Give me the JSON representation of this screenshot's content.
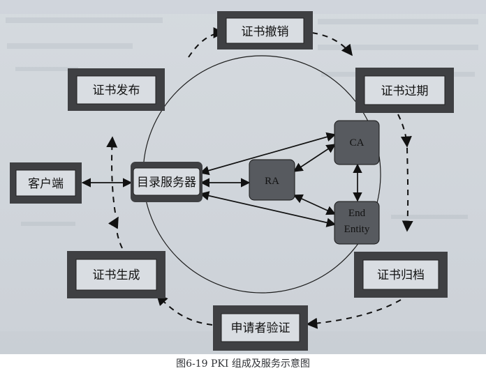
{
  "figure": {
    "caption": "图6-19 PKI 组成及服务示意图"
  },
  "nodes": {
    "revoke": "证书撤销",
    "publish": "证书发布",
    "expire": "证书过期",
    "client": "客户端",
    "directory": "目录服务器",
    "ra": "RA",
    "ca": "CA",
    "end_entity_line1": "End",
    "end_entity_line2": "Entity",
    "generate": "证书生成",
    "archive": "证书归档",
    "verify": "申请者验证"
  }
}
